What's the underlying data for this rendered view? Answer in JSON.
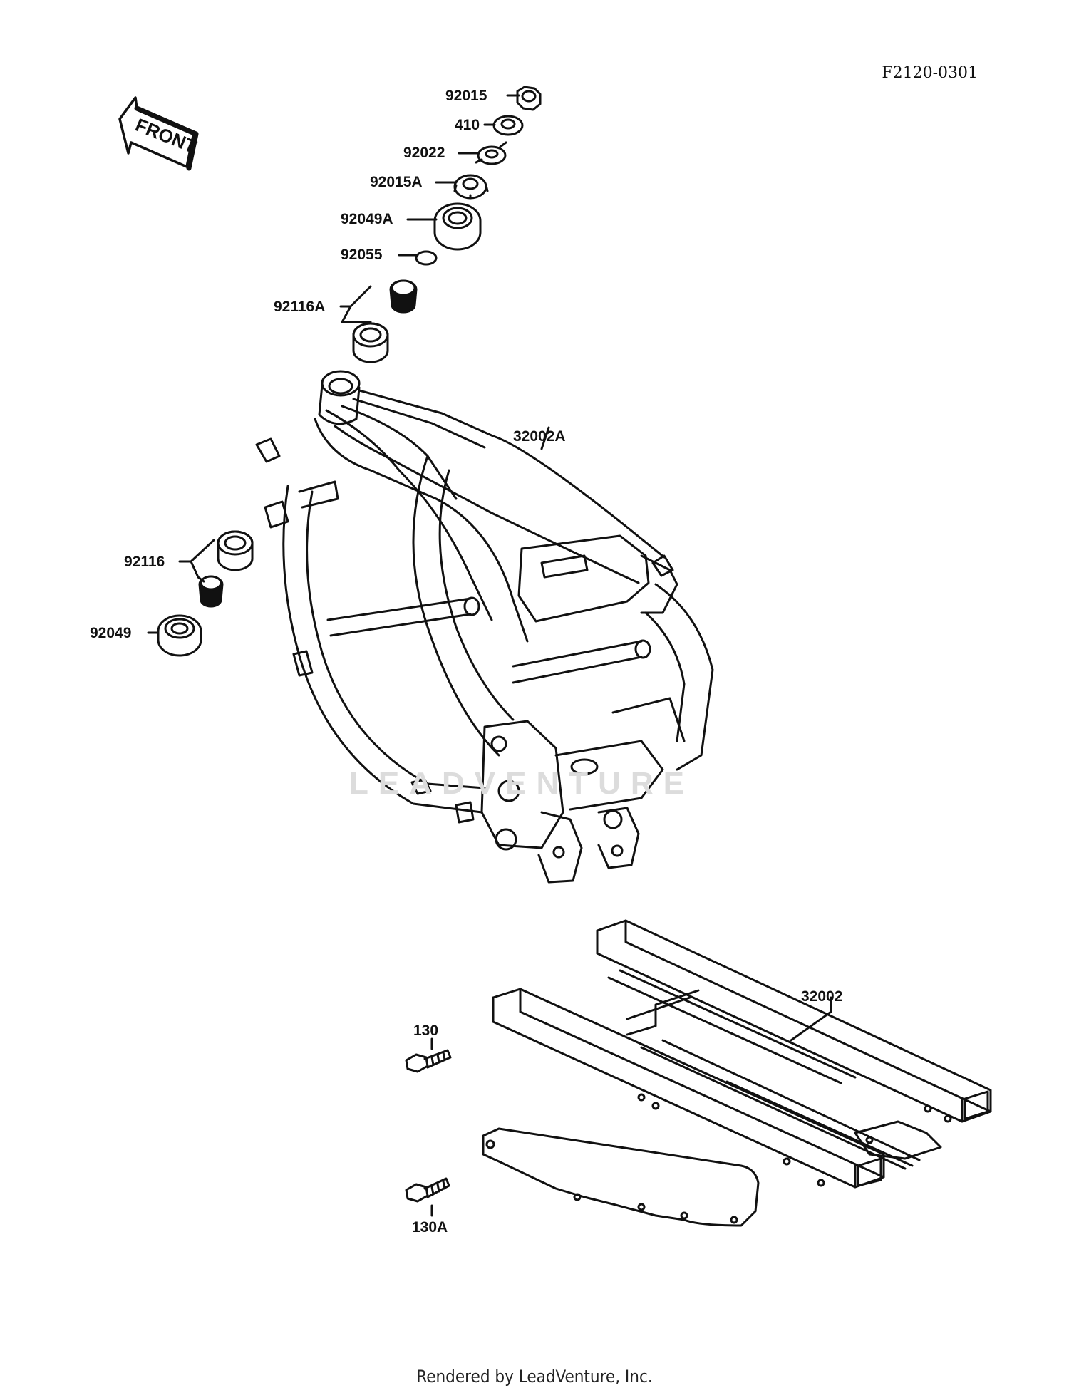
{
  "diagram_code": "F2120-0301",
  "front_arrow_label": "FRONT",
  "watermark": "LEADVENTURE",
  "footer": "Rendered by LeadVenture, Inc.",
  "parts": {
    "p92015": "92015",
    "p410": "410",
    "p92022": "92022",
    "p92015A": "92015A",
    "p92049A": "92049A",
    "p92055": "92055",
    "p92116A": "92116A",
    "p32002A": "32002A",
    "p92116": "92116",
    "p92049": "92049",
    "p32002": "32002",
    "p130": "130",
    "p130A": "130A"
  }
}
